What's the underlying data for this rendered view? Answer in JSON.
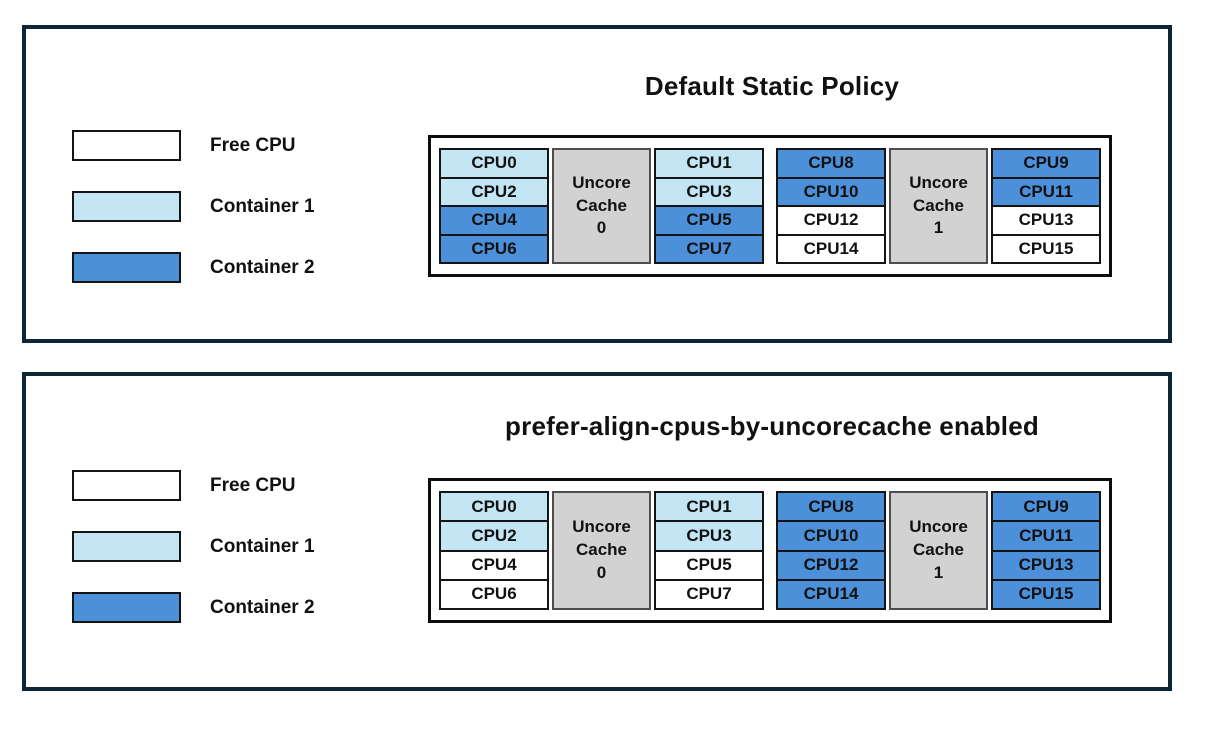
{
  "colors": {
    "free": "#FFFFFF",
    "container1": "#C3E5F4",
    "container2": "#4C90DA",
    "uncore_bg": "#D2D2D2",
    "panel_border": "#0D2636",
    "cell_border": "#141414"
  },
  "legend": {
    "items": [
      {
        "label": "Free CPU",
        "state": "free"
      },
      {
        "label": "Container 1",
        "state": "c1"
      },
      {
        "label": "Container 2",
        "state": "c2"
      }
    ]
  },
  "panels": [
    {
      "title": "Default Static Policy",
      "clusters": [
        {
          "uncore_label": "Uncore\nCache\n0",
          "left_cpus": [
            {
              "label": "CPU0",
              "state": "c1"
            },
            {
              "label": "CPU2",
              "state": "c1"
            },
            {
              "label": "CPU4",
              "state": "c2"
            },
            {
              "label": "CPU6",
              "state": "c2"
            }
          ],
          "right_cpus": [
            {
              "label": "CPU1",
              "state": "c1"
            },
            {
              "label": "CPU3",
              "state": "c1"
            },
            {
              "label": "CPU5",
              "state": "c2"
            },
            {
              "label": "CPU7",
              "state": "c2"
            }
          ]
        },
        {
          "uncore_label": "Uncore\nCache\n1",
          "left_cpus": [
            {
              "label": "CPU8",
              "state": "c2"
            },
            {
              "label": "CPU10",
              "state": "c2"
            },
            {
              "label": "CPU12",
              "state": "free"
            },
            {
              "label": "CPU14",
              "state": "free"
            }
          ],
          "right_cpus": [
            {
              "label": "CPU9",
              "state": "c2"
            },
            {
              "label": "CPU11",
              "state": "c2"
            },
            {
              "label": "CPU13",
              "state": "free"
            },
            {
              "label": "CPU15",
              "state": "free"
            }
          ]
        }
      ]
    },
    {
      "title": "prefer-align-cpus-by-uncorecache enabled",
      "clusters": [
        {
          "uncore_label": "Uncore\nCache\n0",
          "left_cpus": [
            {
              "label": "CPU0",
              "state": "c1"
            },
            {
              "label": "CPU2",
              "state": "c1"
            },
            {
              "label": "CPU4",
              "state": "free"
            },
            {
              "label": "CPU6",
              "state": "free"
            }
          ],
          "right_cpus": [
            {
              "label": "CPU1",
              "state": "c1"
            },
            {
              "label": "CPU3",
              "state": "c1"
            },
            {
              "label": "CPU5",
              "state": "free"
            },
            {
              "label": "CPU7",
              "state": "free"
            }
          ]
        },
        {
          "uncore_label": "Uncore\nCache\n1",
          "left_cpus": [
            {
              "label": "CPU8",
              "state": "c2"
            },
            {
              "label": "CPU10",
              "state": "c2"
            },
            {
              "label": "CPU12",
              "state": "c2"
            },
            {
              "label": "CPU14",
              "state": "c2"
            }
          ],
          "right_cpus": [
            {
              "label": "CPU9",
              "state": "c2"
            },
            {
              "label": "CPU11",
              "state": "c2"
            },
            {
              "label": "CPU13",
              "state": "c2"
            },
            {
              "label": "CPU15",
              "state": "c2"
            }
          ]
        }
      ]
    }
  ]
}
